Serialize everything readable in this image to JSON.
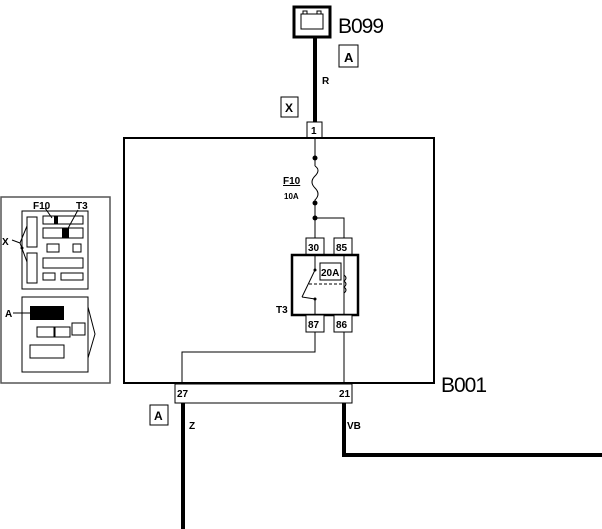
{
  "components": {
    "battery": {
      "code": "B099",
      "location": "A"
    },
    "fuse_box": {
      "code": "B001",
      "location": "A"
    },
    "fuse": {
      "name": "F10",
      "rating": "10A"
    },
    "relay": {
      "name": "T3",
      "rating": "20A",
      "pins": [
        "30",
        "85",
        "87",
        "86"
      ]
    }
  },
  "connectors": {
    "top_pin": "1",
    "top_connector_label": "X",
    "bottom_pins": [
      "27",
      "21"
    ]
  },
  "wires": {
    "battery_wire": "R",
    "pin27_wire": "Z",
    "pin21_wire": "VB"
  },
  "inset": {
    "labels": [
      "F10",
      "T3",
      "X",
      "A"
    ]
  }
}
